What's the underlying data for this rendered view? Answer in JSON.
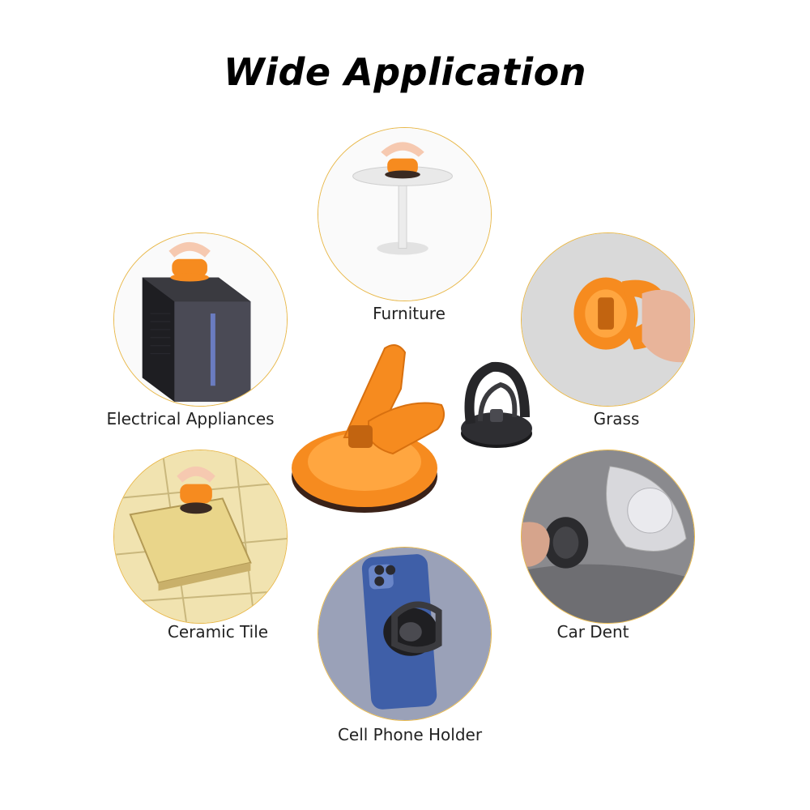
{
  "title": "Wide Application",
  "accent_color": "#e8b84a",
  "product_color": "#f68b1f",
  "applications": [
    {
      "label": "Furniture",
      "icon": "table-scene-icon"
    },
    {
      "label": "Electrical Appliances",
      "icon": "computer-case-scene-icon"
    },
    {
      "label": "Grass",
      "icon": "glass-wall-scene-icon"
    },
    {
      "label": "Ceramic Tile",
      "icon": "ceramic-tile-scene-icon"
    },
    {
      "label": "Car Dent",
      "icon": "car-dent-scene-icon"
    },
    {
      "label": "Cell Phone Holder",
      "icon": "cell-phone-scene-icon"
    }
  ]
}
